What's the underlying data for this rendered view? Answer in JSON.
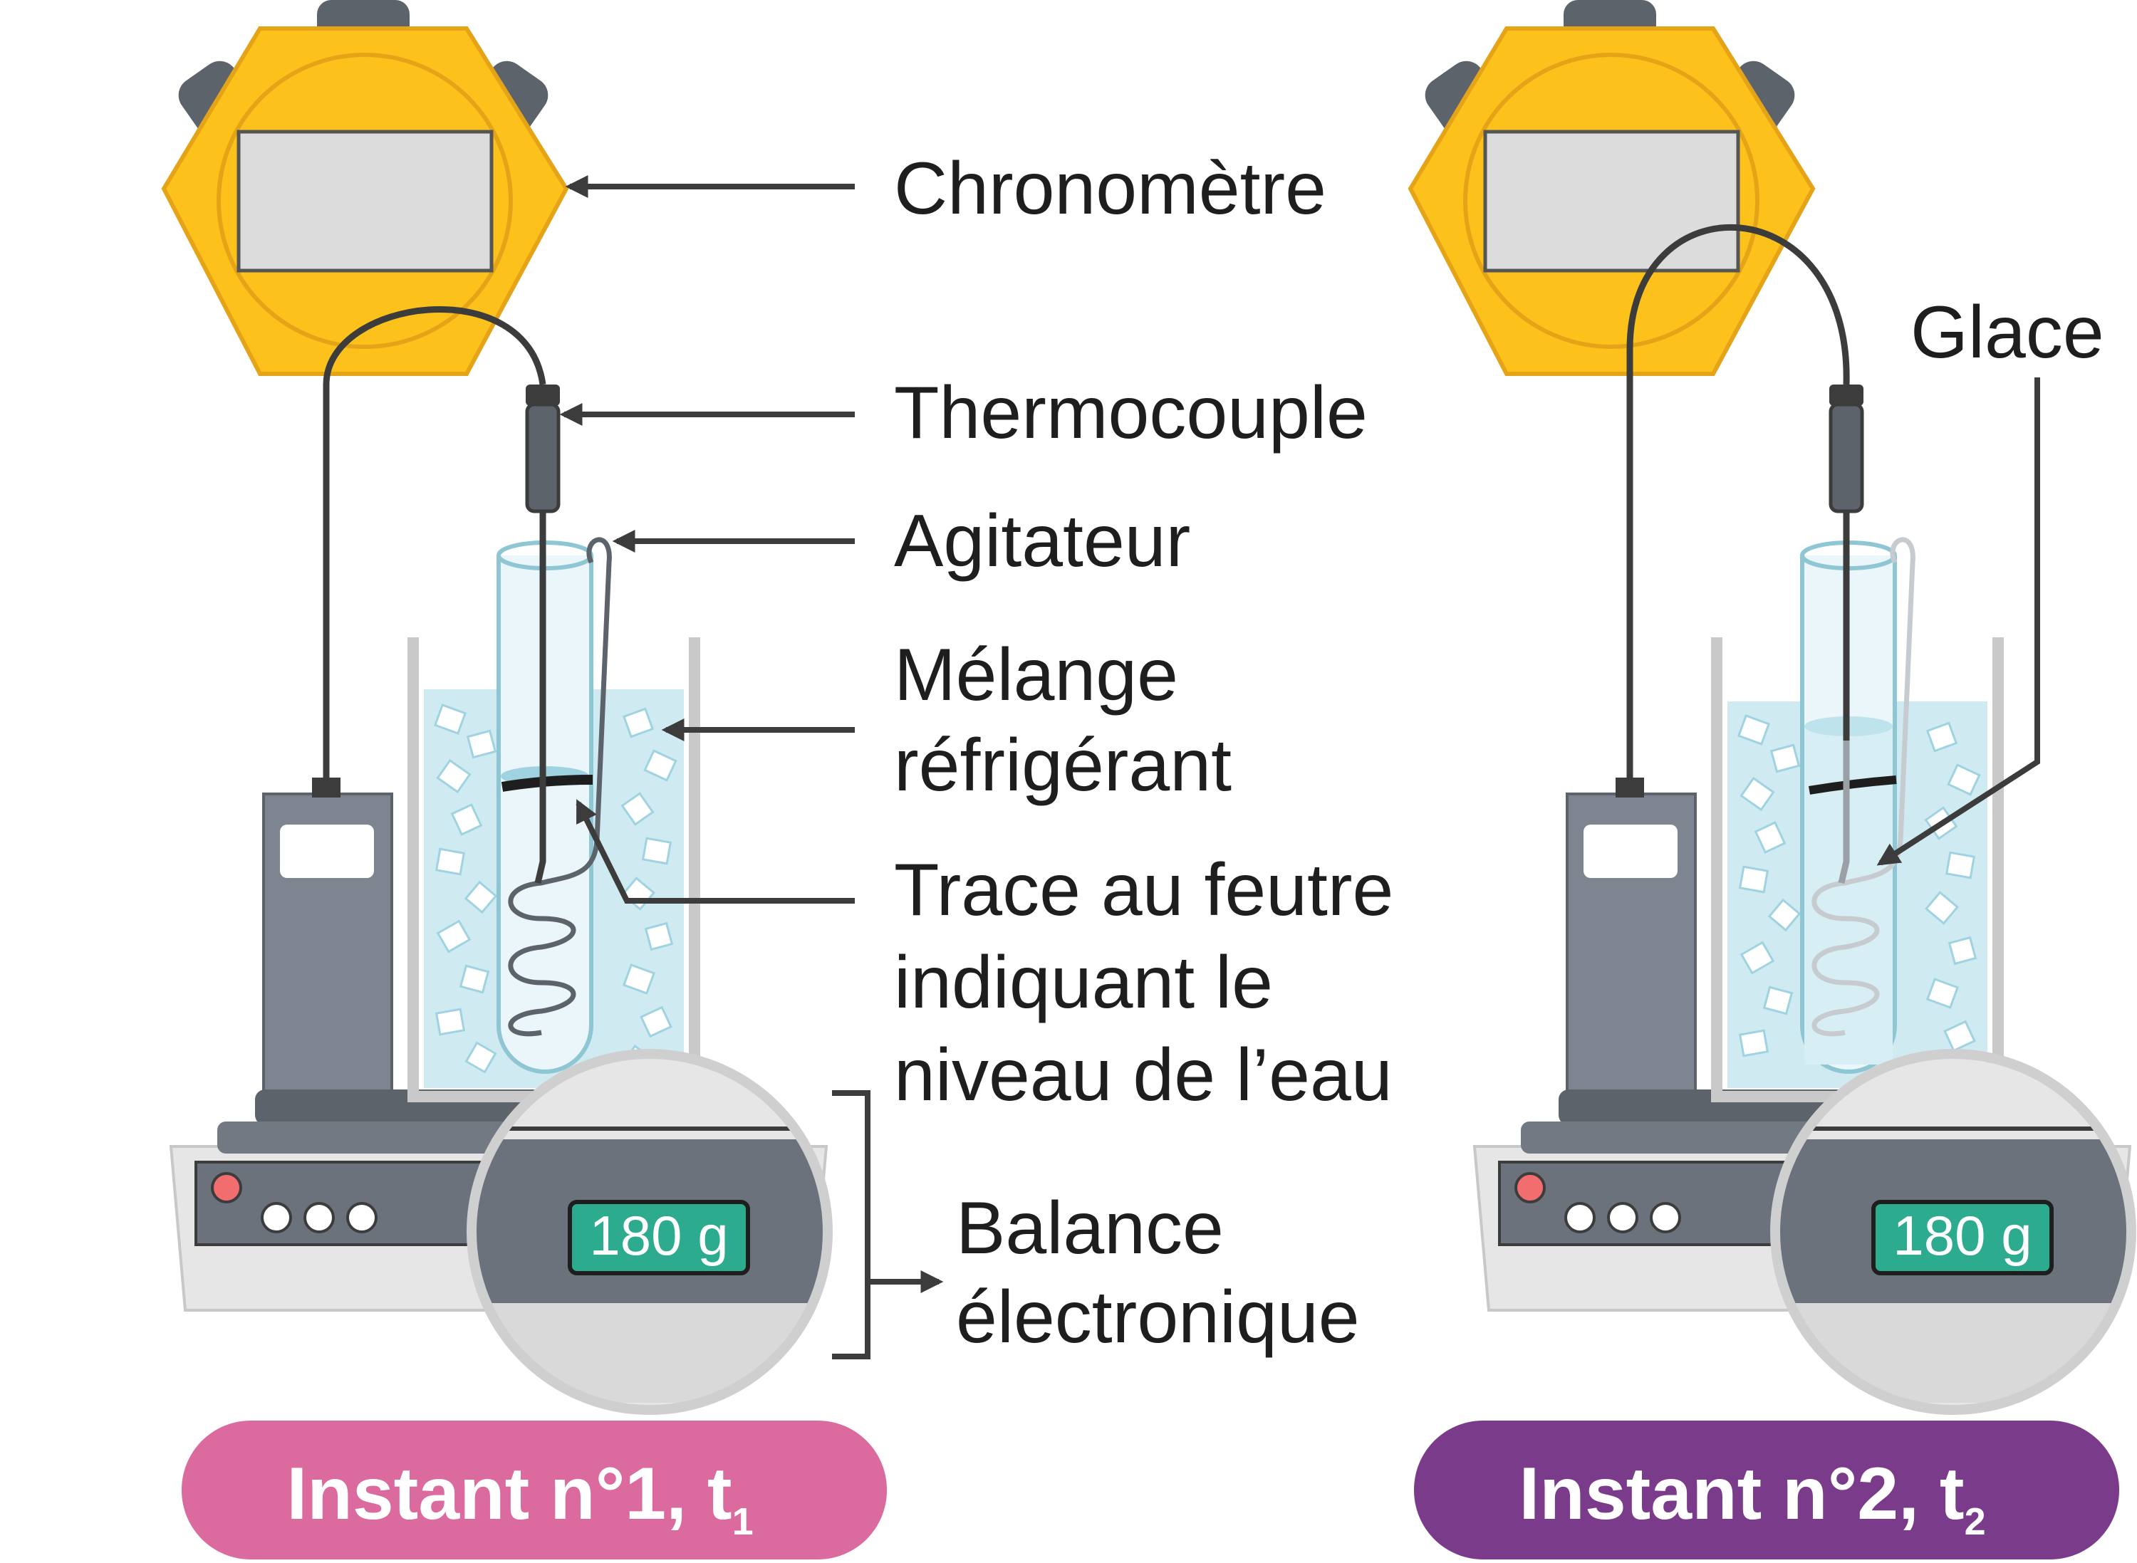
{
  "labels": {
    "chronometre": "Chronomètre",
    "thermocouple": "Thermocouple",
    "agitateur": "Agitateur",
    "melange_line1": "Mélange",
    "melange_line2": "réfrigérant",
    "trace_line1": "Trace au feutre",
    "trace_line2": "indiquant le",
    "trace_line3": "niveau de l’eau",
    "balance_line1": "Balance",
    "balance_line2": "électronique",
    "glace": "Glace"
  },
  "instants": [
    {
      "title": "Instant n°1, t",
      "subscript": "1",
      "scale_reading": "180 g",
      "color": "#db6a9e"
    },
    {
      "title": "Instant n°2, t",
      "subscript": "2",
      "scale_reading": "180 g",
      "color": "#7b3b8b"
    }
  ],
  "colors": {
    "stopwatch": "#fcc21b",
    "stopwatch_edge": "#e5a418",
    "display": "#dcdcdc",
    "meter": "#7e8591",
    "scale_body": "#e6e6e6",
    "scale_dark": "#5d636b",
    "scale_display": "#2cab8f",
    "water": "#cfeaf1",
    "ice": "#ffffff",
    "arrow": "#3c3c3c",
    "button_red": "#f26d6d"
  },
  "icons": [
    "stopwatch-icon",
    "thermocouple-meter-icon",
    "beaker-icon",
    "test-tube-icon",
    "stirrer-icon",
    "electronic-scale-icon",
    "magnifier-icon"
  ]
}
